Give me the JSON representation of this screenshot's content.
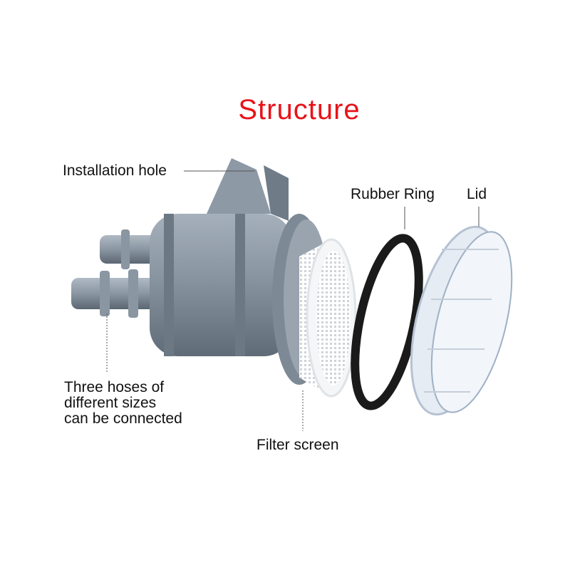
{
  "title": "Structure",
  "labels": {
    "installation_hole": "Installation hole",
    "rubber_ring": "Rubber Ring",
    "lid": "Lid",
    "hoses_line1": "Three hoses of",
    "hoses_line2": "different sizes",
    "hoses_line3": "can be connected",
    "filter_screen": "Filter screen"
  },
  "colors": {
    "title": "#e8121a",
    "body": "#7f8c99",
    "ring": "#1a1a1a"
  }
}
